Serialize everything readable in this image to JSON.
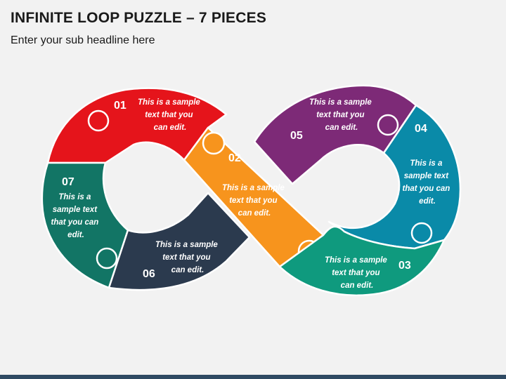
{
  "header": {
    "title": "INFINITE LOOP PUZZLE – 7 PIECES",
    "subtitle": "Enter your sub headline here"
  },
  "pieces": [
    {
      "number": "01",
      "color": "#e5141b",
      "lines": [
        "This is a sample",
        "text that you",
        "can edit."
      ]
    },
    {
      "number": "02",
      "color": "#f7941d",
      "lines": [
        "This is a sample",
        "text that you",
        "can edit."
      ]
    },
    {
      "number": "03",
      "color": "#0f9a7e",
      "lines": [
        "This is a sample",
        "text that you",
        "can edit."
      ]
    },
    {
      "number": "04",
      "color": "#0a8aa8",
      "lines": [
        "This is a",
        "sample text",
        "that you can",
        "edit."
      ]
    },
    {
      "number": "05",
      "color": "#7d2a77",
      "lines": [
        "This is a sample",
        "text that you",
        "can edit."
      ]
    },
    {
      "number": "06",
      "color": "#2b3a4e",
      "lines": [
        "This is a sample",
        "text that you",
        "can edit."
      ]
    },
    {
      "number": "07",
      "color": "#127565",
      "lines": [
        "This is a",
        "sample text",
        "that you can",
        "edit."
      ]
    }
  ]
}
